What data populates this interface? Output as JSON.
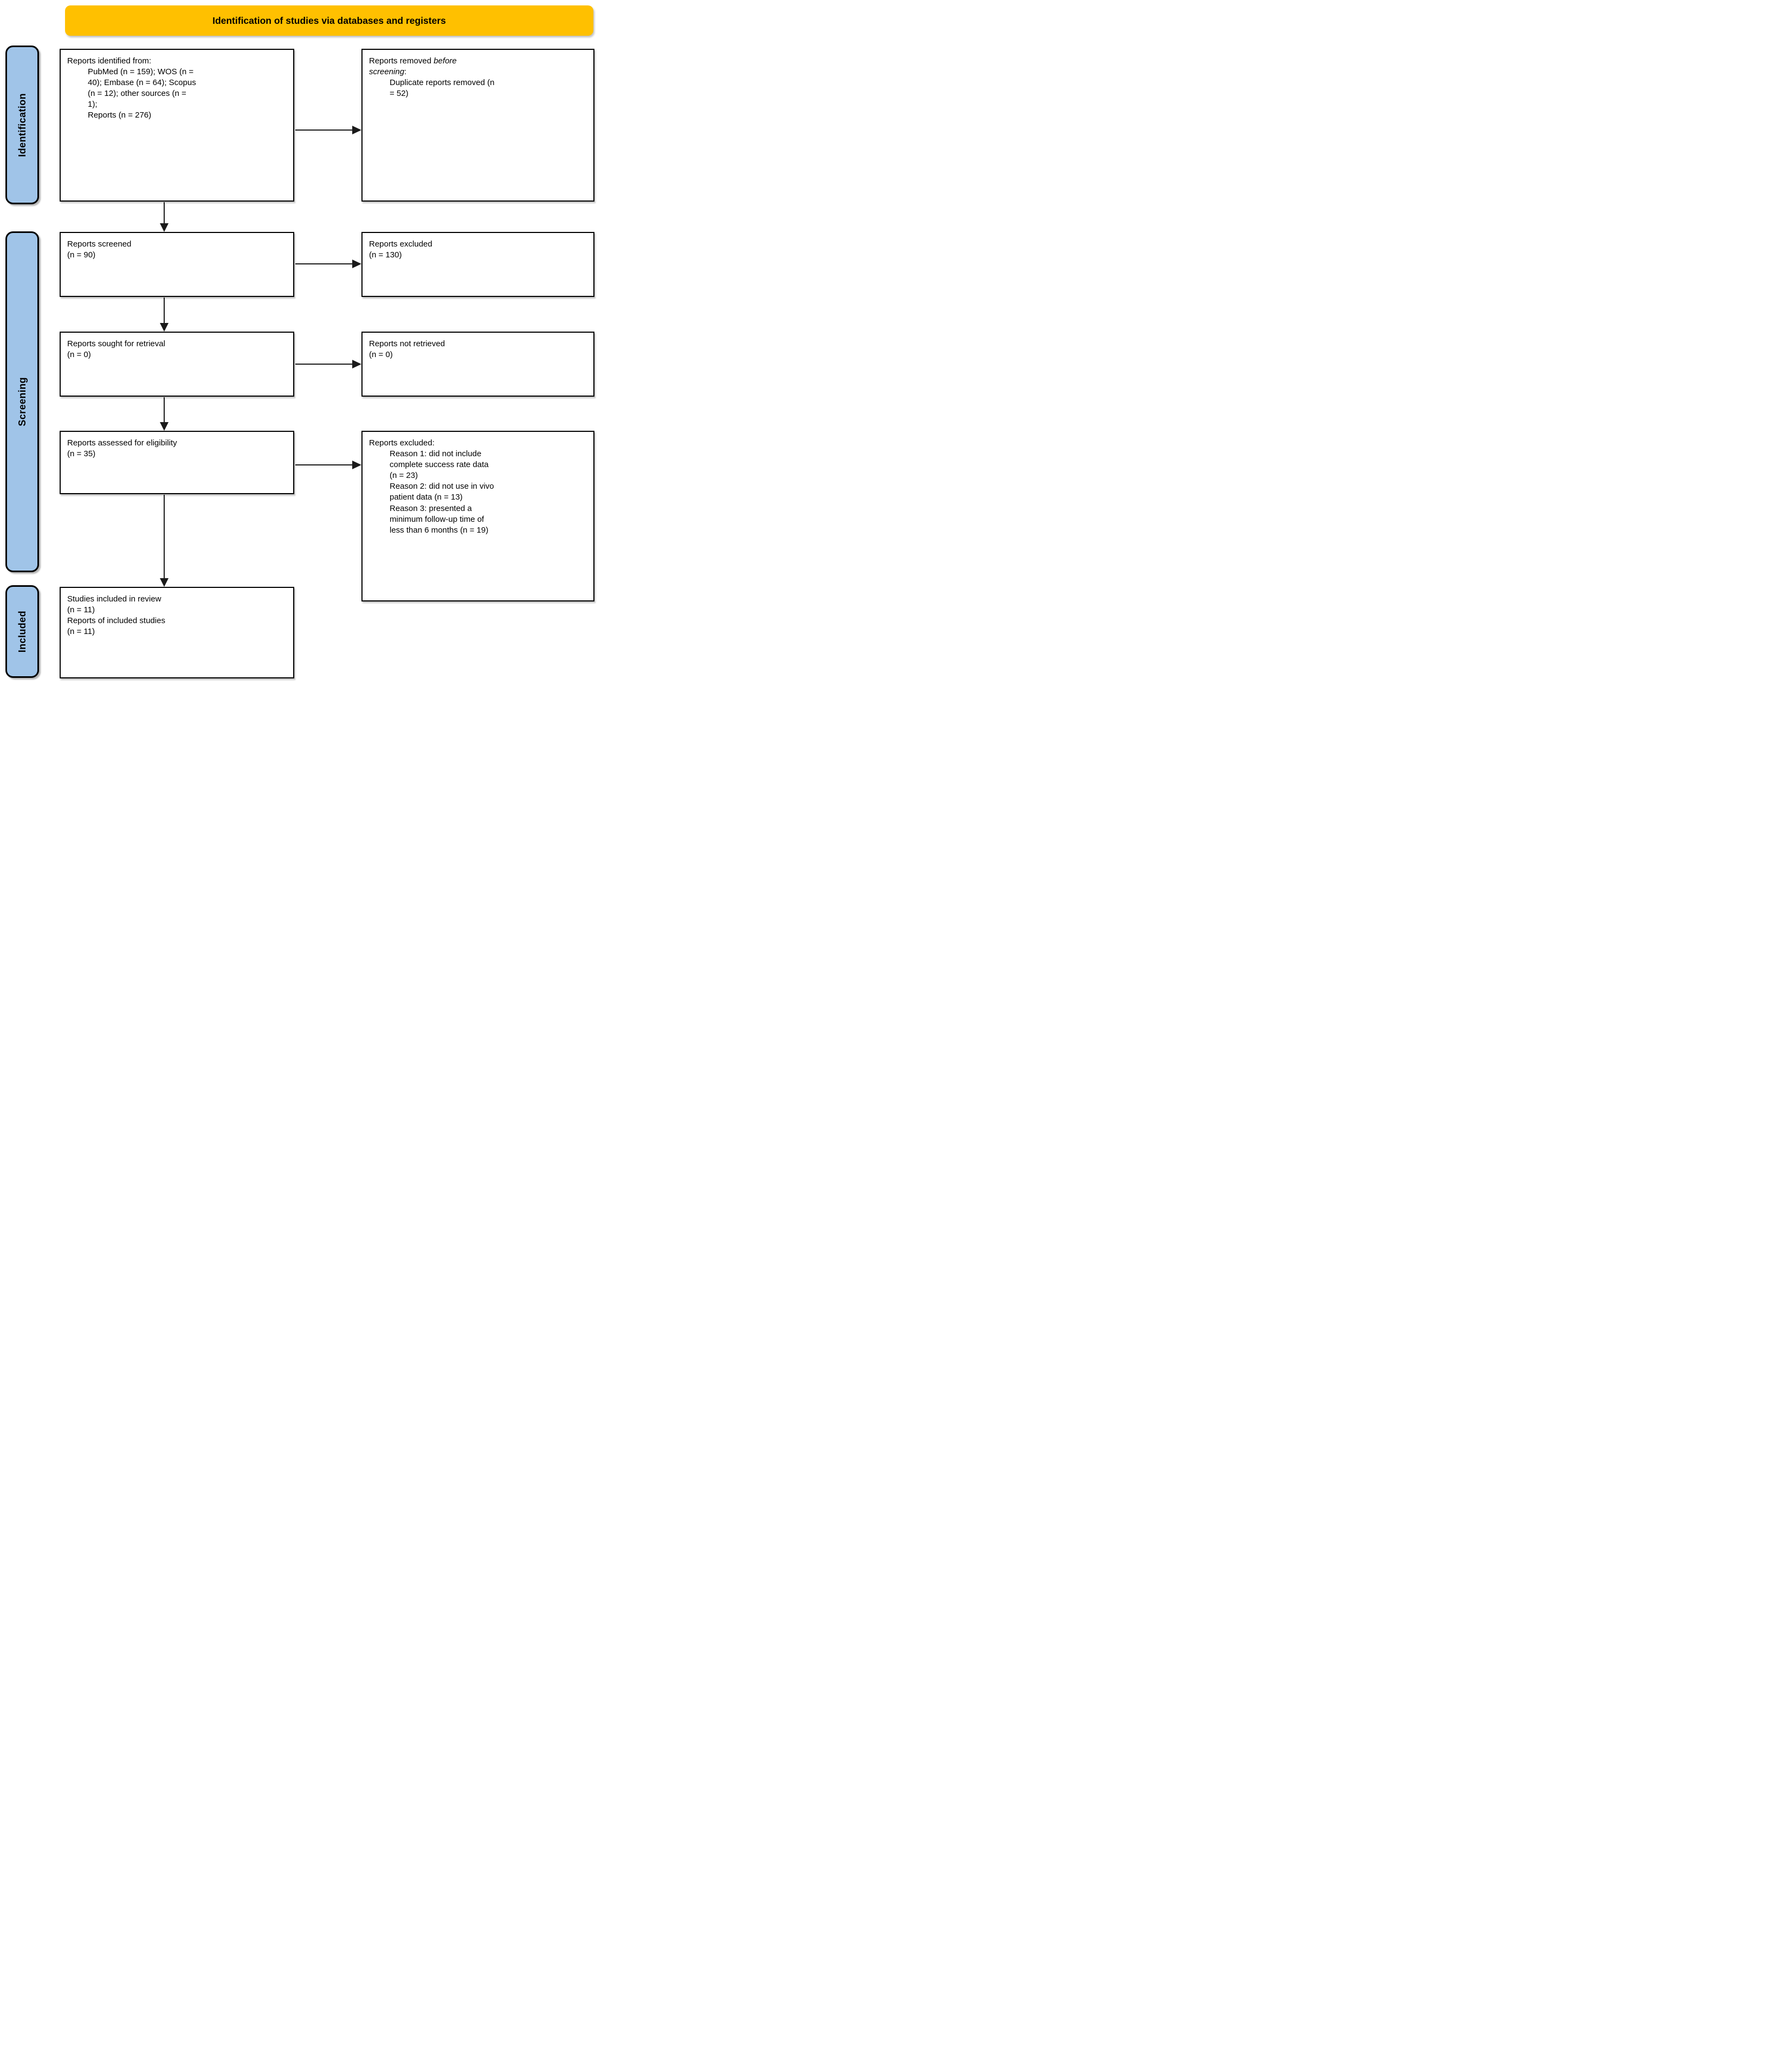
{
  "header": {
    "title": "Identification of studies via databases and registers"
  },
  "stages": [
    {
      "label": "Identification"
    },
    {
      "label": "Screening"
    },
    {
      "label": "Included"
    }
  ],
  "colors": {
    "header_bg": "#FFC000",
    "stage_bg": "#A0C4E8",
    "box_border": "#000000",
    "background": "#FFFFFF"
  },
  "boxes": {
    "identified": {
      "lines": [
        "Reports identified from:",
        "PubMed (n = 159); WOS (n =",
        "40); Embase (n = 64); Scopus",
        "(n = 12); other sources (n =",
        "1);",
        "Reports (n = 276)"
      ]
    },
    "removed_before": {
      "l0_pre": "Reports removed ",
      "l0_italic": "before",
      "l1_italic": "screening",
      "l1_post": ":",
      "lines": [
        "Duplicate reports removed (n",
        "= 52)"
      ]
    },
    "screened": {
      "lines": [
        "Reports screened",
        "(n = 90)"
      ]
    },
    "excluded": {
      "lines": [
        "Reports excluded",
        "(n = 130)"
      ]
    },
    "sought": {
      "lines": [
        "Reports sought for retrieval",
        "(n = 0)"
      ]
    },
    "not_retrieved": {
      "lines": [
        "Reports not retrieved",
        "(n = 0)"
      ]
    },
    "assessed": {
      "lines": [
        "Reports assessed for eligibility",
        "(n = 35)"
      ]
    },
    "excluded_reasons": {
      "lines": [
        "Reports excluded:",
        "Reason 1: did not include",
        "complete success rate data",
        "(n = 23)",
        "Reason 2: did not use in vivo",
        "patient data (n = 13)",
        "Reason 3: presented a",
        "minimum follow-up time of",
        "less than 6 months (n = 19)"
      ]
    },
    "included": {
      "lines": [
        "Studies included in review",
        "(n = 11)",
        "Reports of included studies",
        "(n = 11)"
      ]
    }
  }
}
